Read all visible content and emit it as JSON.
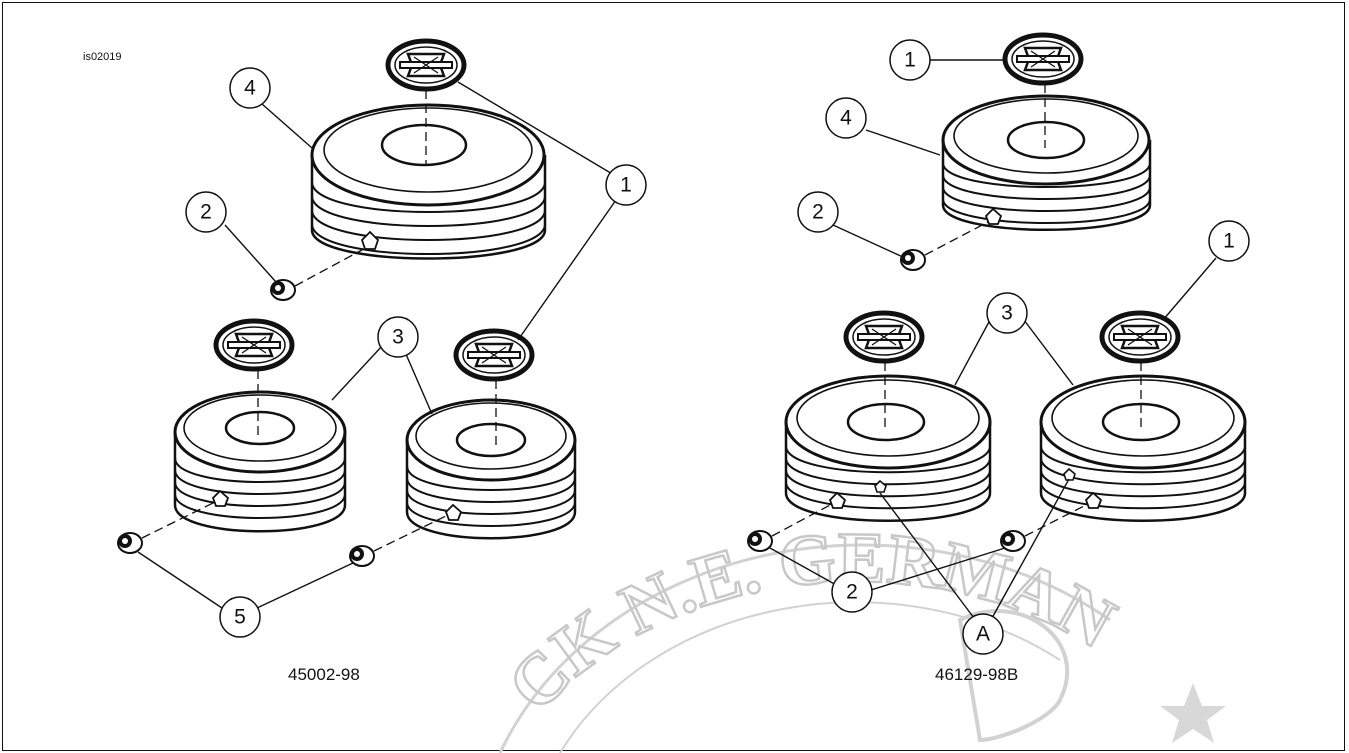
{
  "figure_id": "is02019",
  "kits": [
    {
      "part_number": "45002-98"
    },
    {
      "part_number": "46129-98B"
    }
  ],
  "callouts": {
    "one": "1",
    "two": "2",
    "three": "3",
    "four": "4",
    "five": "5",
    "a": "A"
  },
  "watermark": "CK N.E. GERMANY",
  "colors": {
    "line": "#111111",
    "watermark": "#c8c8c8",
    "background": "#ffffff"
  }
}
